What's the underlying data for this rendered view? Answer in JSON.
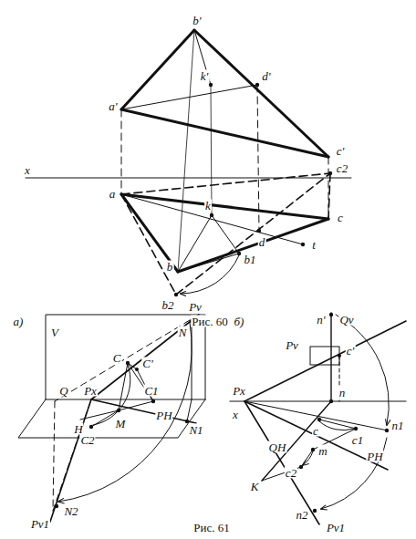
{
  "diagram": {
    "labels": [
      "a'",
      "b'",
      "k'",
      "d'",
      "c'",
      "x",
      "a",
      "c2",
      "c",
      "k",
      "d",
      "b",
      "b1",
      "t",
      "b2",
      "Рис. 60",
      "а)",
      "б)",
      "V",
      "Pv",
      "N",
      "C",
      "C'",
      "Q",
      "Px",
      "C1",
      "H",
      "M",
      "C2",
      "PH",
      "N1",
      "N2",
      "Pv1",
      "Qv",
      "n'",
      "c'",
      "Pv",
      "Px",
      "x",
      "n",
      "c",
      "c1",
      "n1",
      "QH",
      "m",
      "K",
      "c2",
      "PH",
      "n2",
      "Pv1",
      "Рис. 61"
    ]
  }
}
